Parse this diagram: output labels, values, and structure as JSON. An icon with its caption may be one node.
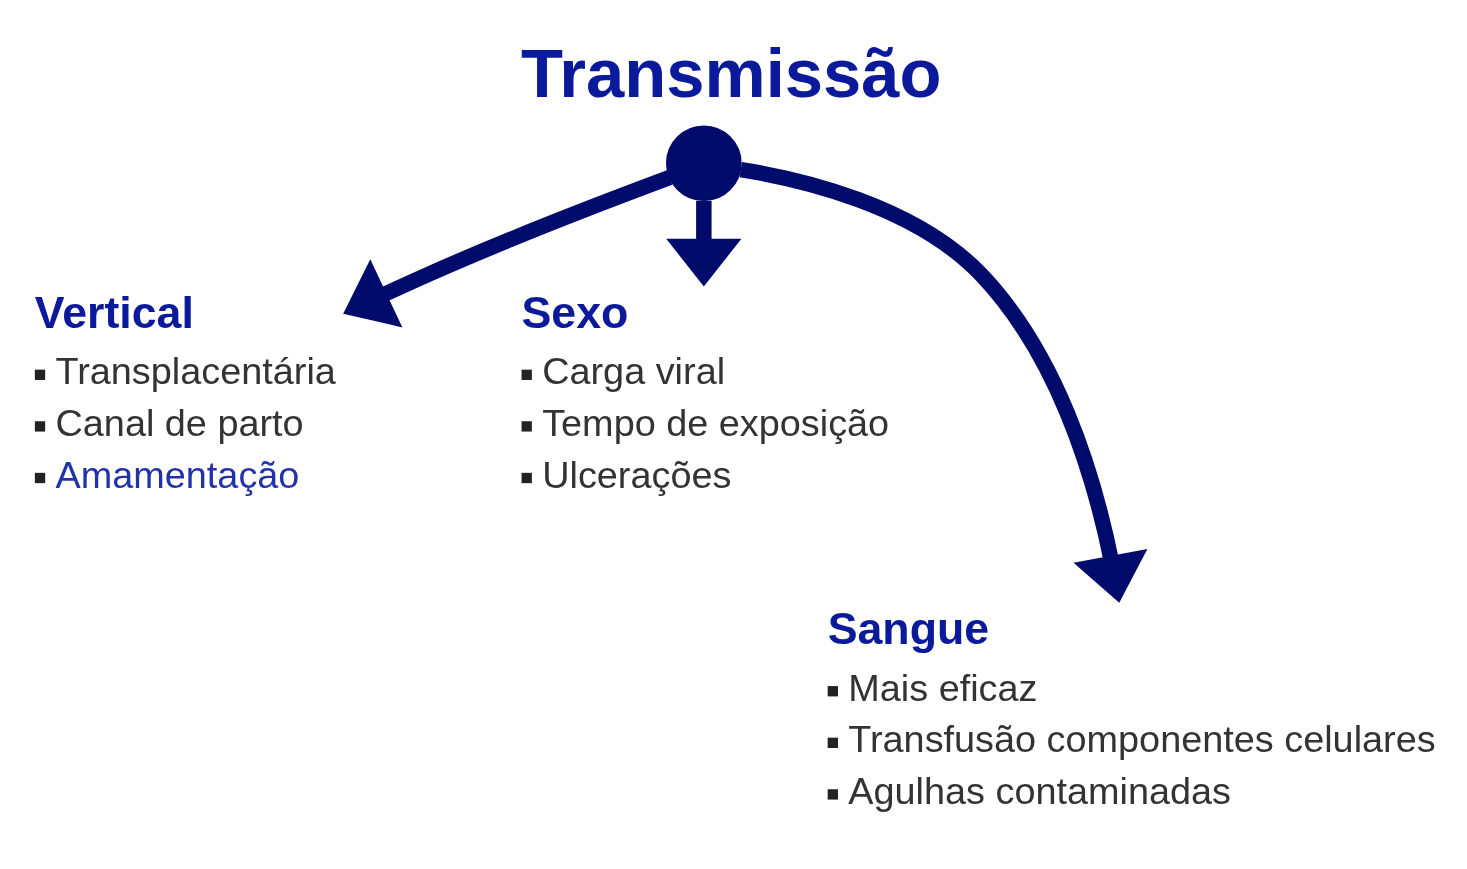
{
  "diagram": {
    "title": "Transmissão",
    "nodes": [
      {
        "text": [
          "Vertical",
          "Transplacentária",
          "Canal de parto",
          "Amamentação"
        ]
      },
      {
        "text": [
          "Sexo",
          "Carga viral",
          "Tempo de exposição",
          "Ulcerações"
        ]
      },
      {
        "text": [
          "Sangue",
          "Mais eficaz",
          "Transfusão componentes celulares",
          "Agulhas contaminadas"
        ]
      },
      {
        "text": [],
        "shape": "arrow"
      }
    ],
    "edges": [
      {
        "from": 3,
        "to": 0,
        "arrow": "to"
      },
      {
        "from": 3,
        "to": 1,
        "arrow": "to"
      },
      {
        "from": 3,
        "to": 2,
        "arrow": "to"
      }
    ]
  }
}
